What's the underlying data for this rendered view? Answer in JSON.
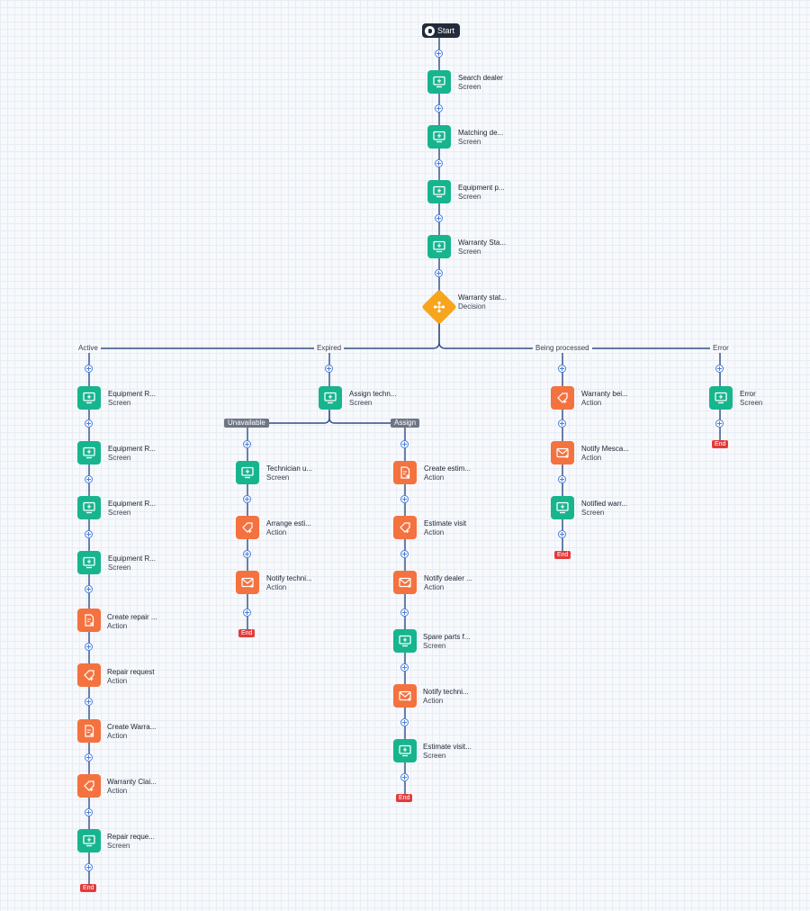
{
  "flow": {
    "start_label": "Start",
    "main": [
      {
        "title": "Search dealer",
        "type": "Screen"
      },
      {
        "title": "Matching de...",
        "type": "Screen"
      },
      {
        "title": "Equipment p...",
        "type": "Screen"
      },
      {
        "title": "Warranty Sta...",
        "type": "Screen"
      }
    ],
    "decision": {
      "title": "Warranty stat...",
      "type": "Decision"
    },
    "branches": {
      "active": {
        "label": "Active",
        "nodes": [
          {
            "title": "Equipment R...",
            "type": "Screen"
          },
          {
            "title": "Equipment R...",
            "type": "Screen"
          },
          {
            "title": "Equipment R...",
            "type": "Screen"
          },
          {
            "title": "Equipment R...",
            "type": "Screen"
          },
          {
            "title": "Create repair ...",
            "type": "Action"
          },
          {
            "title": "Repair request",
            "type": "Action"
          },
          {
            "title": "Create Warra...",
            "type": "Action"
          },
          {
            "title": "Warranty Clai...",
            "type": "Action"
          },
          {
            "title": "Repair reque...",
            "type": "Screen"
          }
        ],
        "end_label": "End"
      },
      "expired": {
        "label": "Expired",
        "node": {
          "title": "Assign techn...",
          "type": "Screen"
        },
        "sub_branches": {
          "unavailable": {
            "label": "Unavailable",
            "nodes": [
              {
                "title": "Technician u...",
                "type": "Screen"
              },
              {
                "title": "Arrange esti...",
                "type": "Action"
              },
              {
                "title": "Notify techni...",
                "type": "Action"
              }
            ],
            "end_label": "End"
          },
          "assign": {
            "label": "Assign",
            "nodes": [
              {
                "title": "Create estim...",
                "type": "Action"
              },
              {
                "title": "Estimate visit",
                "type": "Action"
              },
              {
                "title": "Notify dealer ...",
                "type": "Action"
              },
              {
                "title": "Spare parts f...",
                "type": "Screen"
              },
              {
                "title": "Notify techni...",
                "type": "Action"
              },
              {
                "title": "Estimate visit...",
                "type": "Screen"
              }
            ],
            "end_label": "End"
          }
        }
      },
      "processing": {
        "label": "Being processed",
        "nodes": [
          {
            "title": "Warranty bei...",
            "type": "Action"
          },
          {
            "title": "Notify Mesca...",
            "type": "Action"
          },
          {
            "title": "Notified warr...",
            "type": "Screen"
          }
        ],
        "end_label": "End"
      },
      "error": {
        "label": "Error",
        "nodes": [
          {
            "title": "Error",
            "type": "Screen"
          }
        ],
        "end_label": "End"
      }
    }
  },
  "icons": {
    "screen": "monitor-icon",
    "form_action": "form-plus-icon",
    "tag_action": "tag-plus-icon",
    "mail_action": "mail-icon",
    "decision": "branch-icon"
  },
  "colors": {
    "screen": "#17b58e",
    "action": "#f4723f",
    "decision": "#f7a51c",
    "connector": "#2e4d86",
    "end": "#e23b3b",
    "start": "#222b3a"
  }
}
